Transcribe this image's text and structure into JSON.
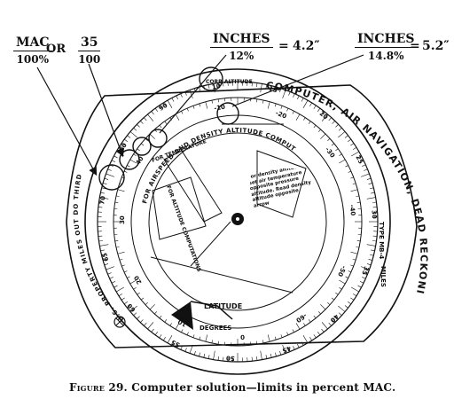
{
  "header": {
    "mac_frac": {
      "num": "MAC",
      "den": "100%"
    },
    "or_word": "OR",
    "ratio_frac": {
      "num": "35",
      "den": "100"
    },
    "inches_a": {
      "num": "INCHES",
      "den": "12%"
    },
    "eq_a": "=",
    "val_a": "4.2″",
    "inches_b": {
      "num": "INCHES",
      "den": "14.8%"
    },
    "eq_b": "=",
    "val_b": "5.2″"
  },
  "computer": {
    "right_arc_text": "COMPUTER, AIR NAVIGATION, DEAD RECKONING",
    "type_text": "TYPE MB-4",
    "miles_text": "MILES",
    "left_arc_text": "U.S. PROPERTY",
    "left_arc_text2": "MILES OUT DO THIRD",
    "panel_airspeed": "FOR AIRSPEED AND DENSITY ALTITUDE COMPUTATIONS",
    "panel_temp": "FOR TEMPERATURE",
    "panel_altitude": "FOR ALTITUDE COMPUTATIONS",
    "panel_density": "For density altitude: set air temperature opposite pressure altitude. Read density altitude opposite arrow",
    "label_latitude": "LATITUDE",
    "label_degrees": "DEGREES",
    "label_cor_alt": "CORR ALTITUDE",
    "outer_ticks": [
      "70",
      "80",
      "90",
      "10",
      "15",
      "20",
      "25",
      "30",
      "35",
      "40",
      "45",
      "50",
      "55",
      "60",
      "65"
    ],
    "inner_ticks": [
      "-10",
      "-20",
      "-30",
      "-40",
      "-50",
      "-60",
      "0",
      "10",
      "20",
      "30",
      "40"
    ]
  },
  "caption": {
    "figure": "Figure 29.",
    "text": "Computer solution—limits in percent MAC."
  }
}
